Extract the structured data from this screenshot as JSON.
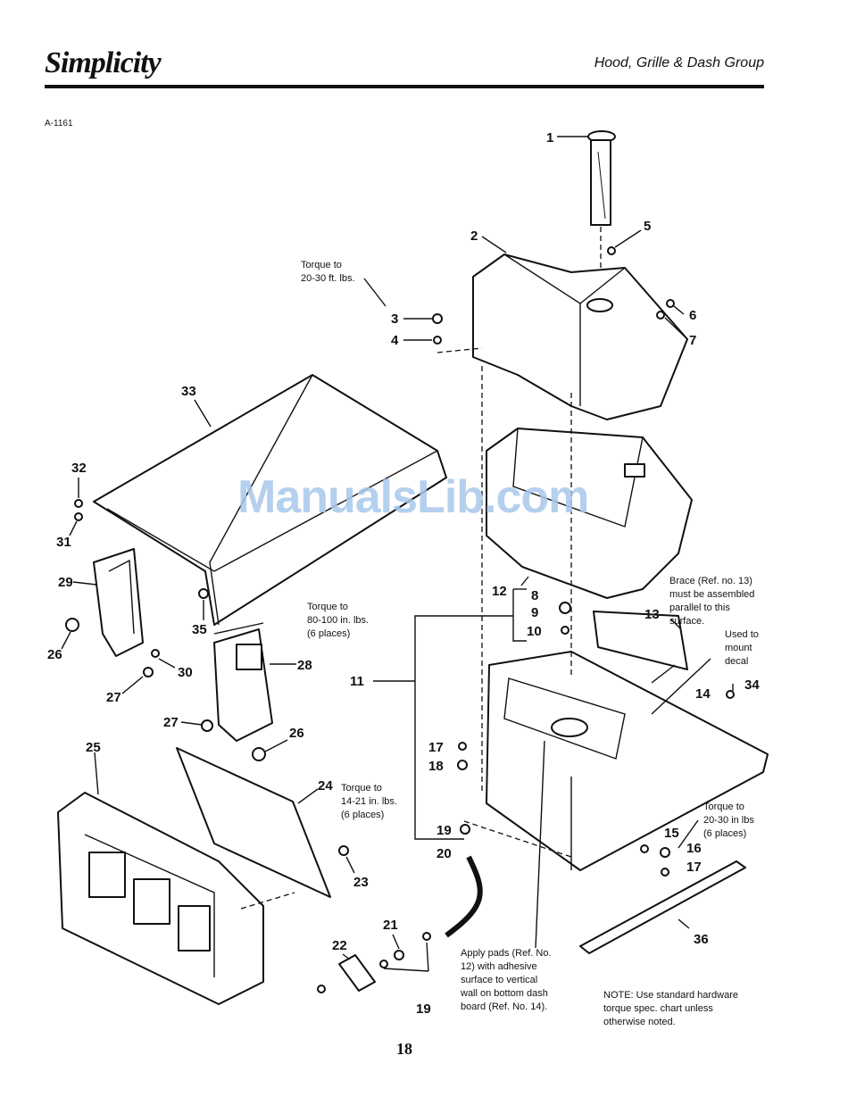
{
  "header": {
    "brand": "Simplicity",
    "section_title": "Hood, Grille & Dash Group"
  },
  "figure_code": "A-1161",
  "watermark": "ManualsLib.com",
  "page_number": "18",
  "callouts": {
    "c1": "1",
    "c2": "2",
    "c3": "3",
    "c4": "4",
    "c5": "5",
    "c6": "6",
    "c7": "7",
    "c8": "8",
    "c9": "9",
    "c10": "10",
    "c11": "11",
    "c12": "12",
    "c13": "13",
    "c14": "14",
    "c15": "15",
    "c16": "16",
    "c17a": "17",
    "c17b": "17",
    "c18": "18",
    "c19a": "19",
    "c19b": "19",
    "c20": "20",
    "c21": "21",
    "c22": "22",
    "c23": "23",
    "c24": "24",
    "c25": "25",
    "c26a": "26",
    "c26b": "26",
    "c27a": "27",
    "c27b": "27",
    "c28": "28",
    "c29": "29",
    "c30": "30",
    "c31": "31",
    "c32": "32",
    "c33": "33",
    "c34": "34",
    "c35": "35",
    "c36": "36"
  },
  "notes": {
    "torque_20_30_ft": [
      "Torque to",
      "20-30 ft. lbs."
    ],
    "torque_80_100": [
      "Torque to",
      "80-100 in. lbs.",
      "(6 places)"
    ],
    "torque_14_21": [
      "Torque to",
      "14-21 in. lbs.",
      "(6 places)"
    ],
    "torque_20_30_in": [
      "Torque to",
      "20-30 in lbs",
      "(6 places)"
    ],
    "brace": [
      "Brace (Ref. no. 13)",
      "must be assembled",
      "parallel to this",
      "surface."
    ],
    "decal": [
      "Used to",
      "mount",
      "decal"
    ],
    "apply_pads": [
      "Apply pads (Ref. No.",
      "12) with adhesive",
      "surface to vertical",
      "wall on bottom dash",
      "board (Ref. No. 14)."
    ],
    "hardware_note": [
      "NOTE: Use standard hardware",
      "torque spec. chart unless",
      "otherwise noted."
    ]
  }
}
